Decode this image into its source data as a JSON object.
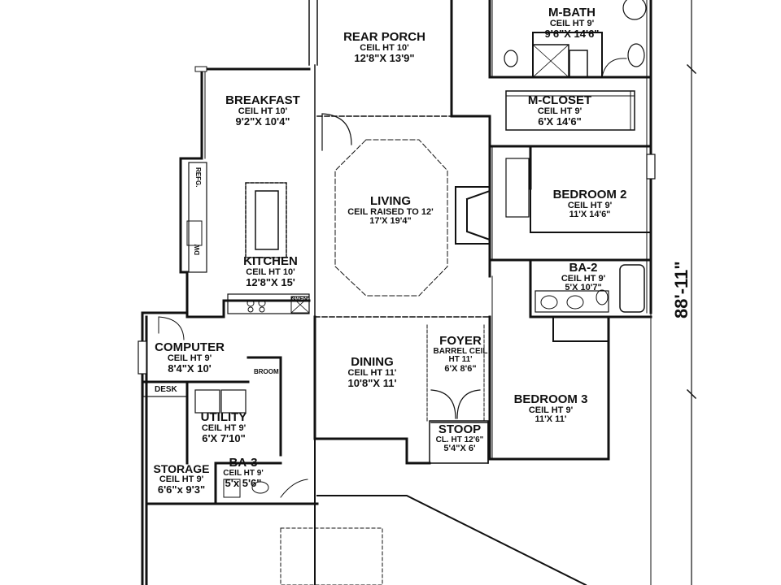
{
  "rooms": {
    "rear_porch": {
      "name": "REAR PORCH",
      "ceil": "CEIL HT 10'",
      "dim": "12'8\"X 13'9\""
    },
    "m_bath": {
      "name": "M-BATH",
      "ceil": "CEIL HT 9'",
      "dim": "9'6\"X 14'6\""
    },
    "m_closet": {
      "name": "M-CLOSET",
      "ceil": "CEIL HT 9'",
      "dim": "6'X 14'6\""
    },
    "breakfast": {
      "name": "BREAKFAST",
      "ceil": "CEIL HT 10'",
      "dim": "9'2\"X 10'4\""
    },
    "living": {
      "name": "LIVING",
      "ceil": "CEIL RAISED TO 12'",
      "dim": "17'X 19'4\""
    },
    "bedroom2": {
      "name": "BEDROOM 2",
      "ceil": "CEIL HT 9'",
      "dim": "11'X 14'6\""
    },
    "kitchen": {
      "name": "KITCHEN",
      "ceil": "CEIL HT 10'",
      "dim": "12'8\"X 15'"
    },
    "ba2": {
      "name": "BA-2",
      "ceil": "CEIL HT 9'",
      "dim": "5'X 10'7\""
    },
    "computer": {
      "name": "COMPUTER",
      "ceil": "CEIL HT 9'",
      "dim": "8'4\"X 10'"
    },
    "dining": {
      "name": "DINING",
      "ceil": "CEIL HT 11'",
      "dim": "10'8\"X 11'"
    },
    "foyer": {
      "name": "FOYER",
      "ceil": "BARREL CEIL HT 11'",
      "dim": "6'X 8'6\""
    },
    "bedroom3": {
      "name": "BEDROOM 3",
      "ceil": "CEIL HT 9'",
      "dim": "11'X 11'"
    },
    "utility": {
      "name": "UTILITY",
      "ceil": "CEIL HT 9'",
      "dim": "6'X 7'10\""
    },
    "stoop": {
      "name": "STOOP",
      "ceil": "CL. HT 12'6\"",
      "dim": "5'4\"X 6'"
    },
    "ba3": {
      "name": "BA-3",
      "ceil": "CEIL HT 9'",
      "dim": "5'x 5'6\""
    },
    "storage": {
      "name": "STORAGE",
      "ceil": "CEIL HT 9'",
      "dim": "6'6\"x 9'3\""
    }
  },
  "fixtures": {
    "refg": "REFG.",
    "dw": "DW",
    "oven": "OVEN",
    "broom": "BROOM",
    "desk": "DESK"
  },
  "overall_dimension": "88'-11\""
}
